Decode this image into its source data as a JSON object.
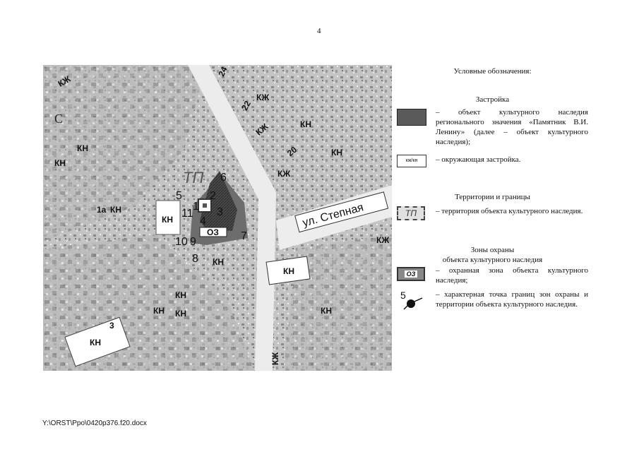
{
  "page_number": "4",
  "footer_path": "Y:\\ORST\\Ppo\\0420p376.f20.docx",
  "map": {
    "street_label": "ул. Степная",
    "north_label": "С",
    "zone_label": "ОЗ",
    "territory_label": "ТП",
    "house_numbers": [
      "24",
      "22",
      "20",
      "1а",
      "3"
    ],
    "building_kn": "КН",
    "building_kzh": "КЖ",
    "points": [
      "1",
      "2",
      "3",
      "4",
      "5",
      "6",
      "7",
      "8",
      "9",
      "10",
      "11"
    ]
  },
  "legend": {
    "title": "Условные обозначения:",
    "section_building": "Застройка",
    "object_text": "– объект культурного наследия регионального значения «Памятник В.И. Ленину» (далее – объект культурного наследия);",
    "surrounding_symbol": "кж/кн",
    "surrounding_text": "– окружающая застройка.",
    "section_territories": "Территории и границы",
    "territory_symbol": "ТП",
    "territory_text": "– территория объекта культурного наследия.",
    "section_zones_1": "Зоны охраны",
    "section_zones_2": "объекта культурного наследия",
    "zone_symbol": "ОЗ",
    "zone_text": "– охранная зона объекта культурного наследия;",
    "point_symbol": "5",
    "point_text": "– характерная точка границ зон охраны и территории объекта культурного наследия."
  }
}
